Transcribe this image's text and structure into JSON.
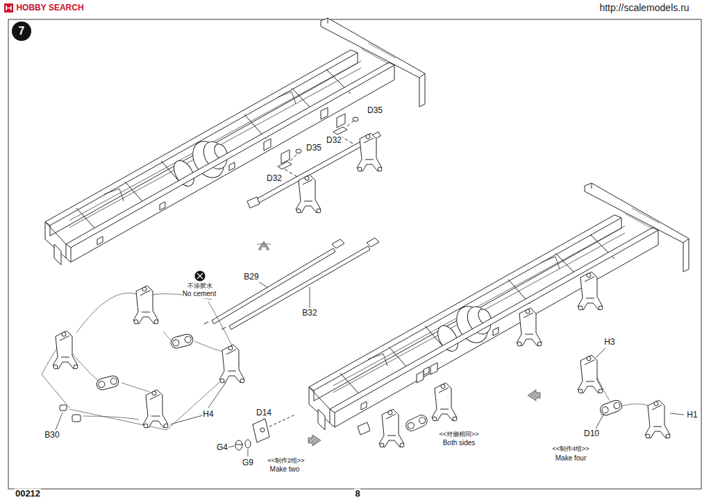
{
  "diagram": {
    "nodes": [
      {
        "text": [
          "7"
        ]
      }
    ],
    "labels": [
      "HOBBY SEARCH",
      "http://scalemodels.ru",
      "D35",
      "D32",
      "D35",
      "D32",
      "B29",
      "不涂胶水",
      "No cement",
      "B32",
      "H4",
      "B30",
      "D14",
      "G4",
      "G9",
      "<<制作2组>>",
      "Make two",
      "<<对侧相同>>",
      "Both sides",
      "H3",
      "D10",
      "H1",
      "<<制作4组>>",
      "Make four",
      "00212",
      "8"
    ]
  }
}
